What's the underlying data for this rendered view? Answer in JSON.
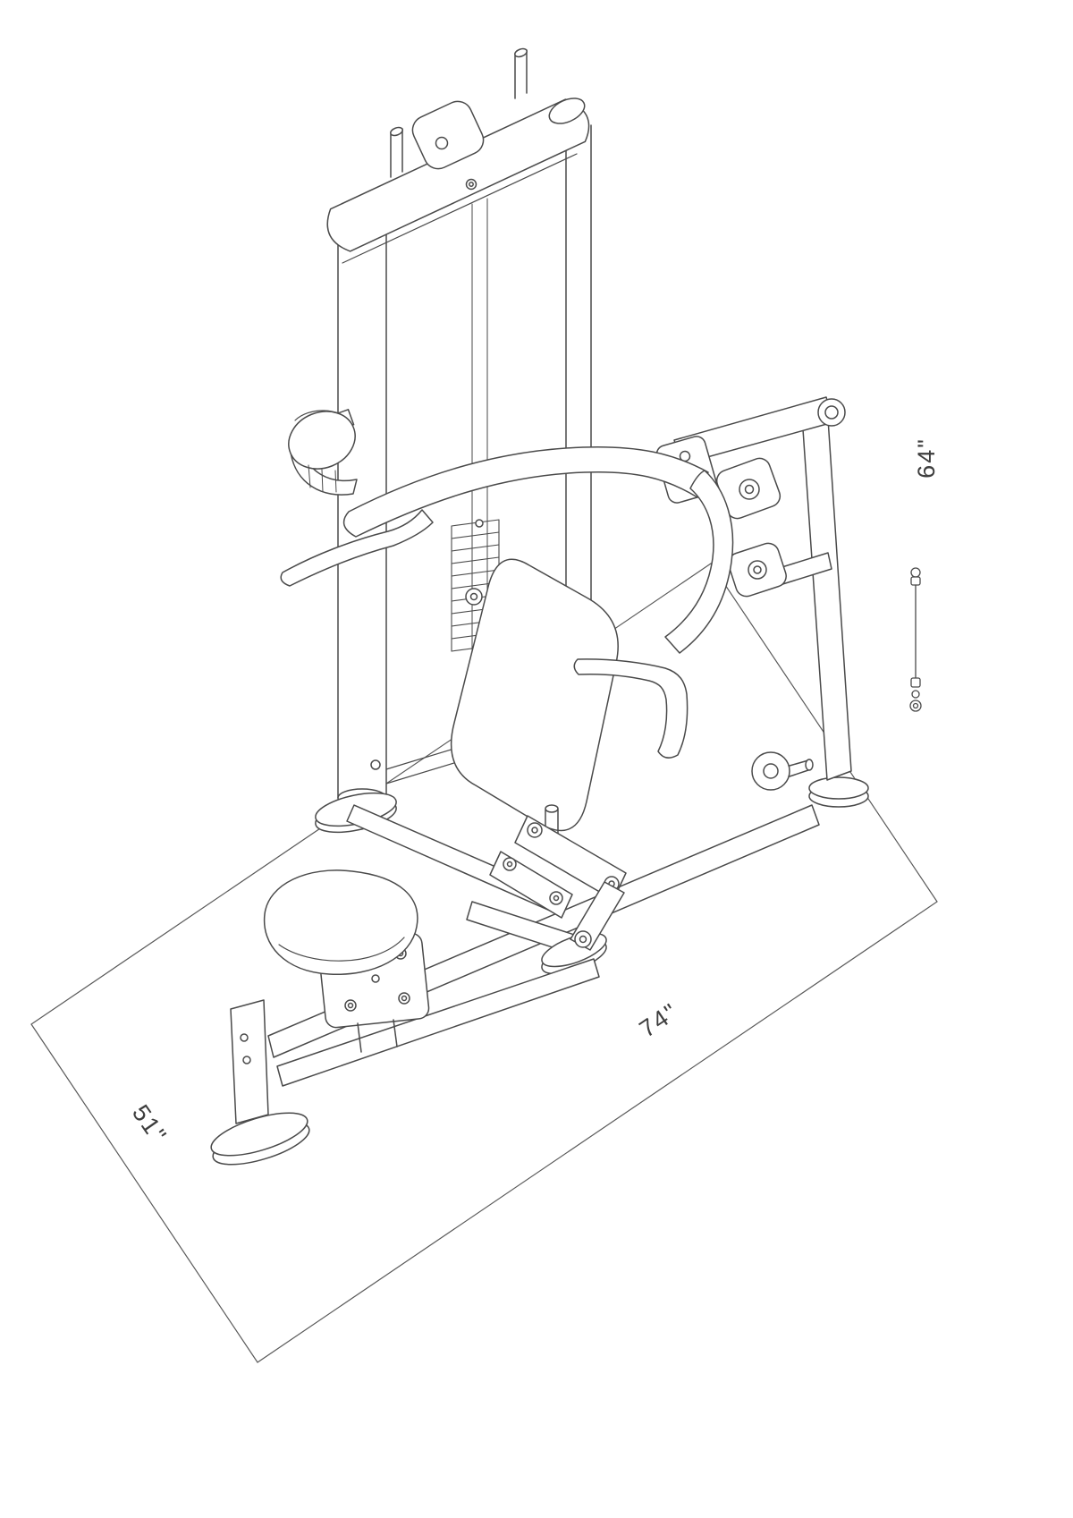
{
  "drawing": {
    "type": "isometric technical line drawing",
    "subject": "selectorized press exercise machine with weight stack",
    "colors": {
      "line": "#4a4a4a",
      "floor_line": "#5a5a5a",
      "background": "#ffffff"
    },
    "dimensions": {
      "width": "74\"",
      "depth": "51\"",
      "height": "64\""
    }
  }
}
